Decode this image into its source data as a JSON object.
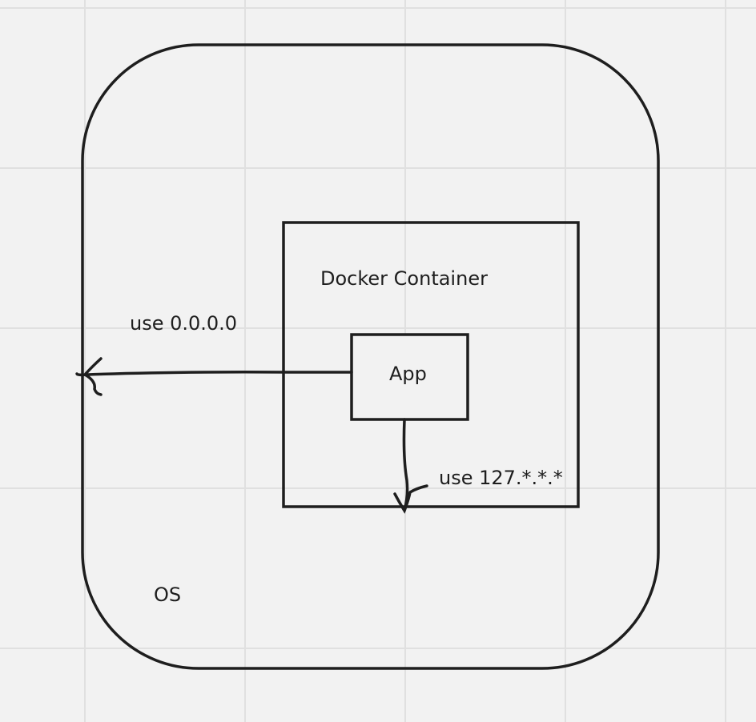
{
  "diagram": {
    "os_label": "OS",
    "container_label": "Docker Container",
    "app_label": "App",
    "edge_external_label": "use 0.0.0.0",
    "edge_internal_label": "use 127.*.*.*",
    "colors": {
      "background": "#f2f2f2",
      "grid": "#e2e2e2",
      "stroke": "#1e1e1e"
    }
  }
}
